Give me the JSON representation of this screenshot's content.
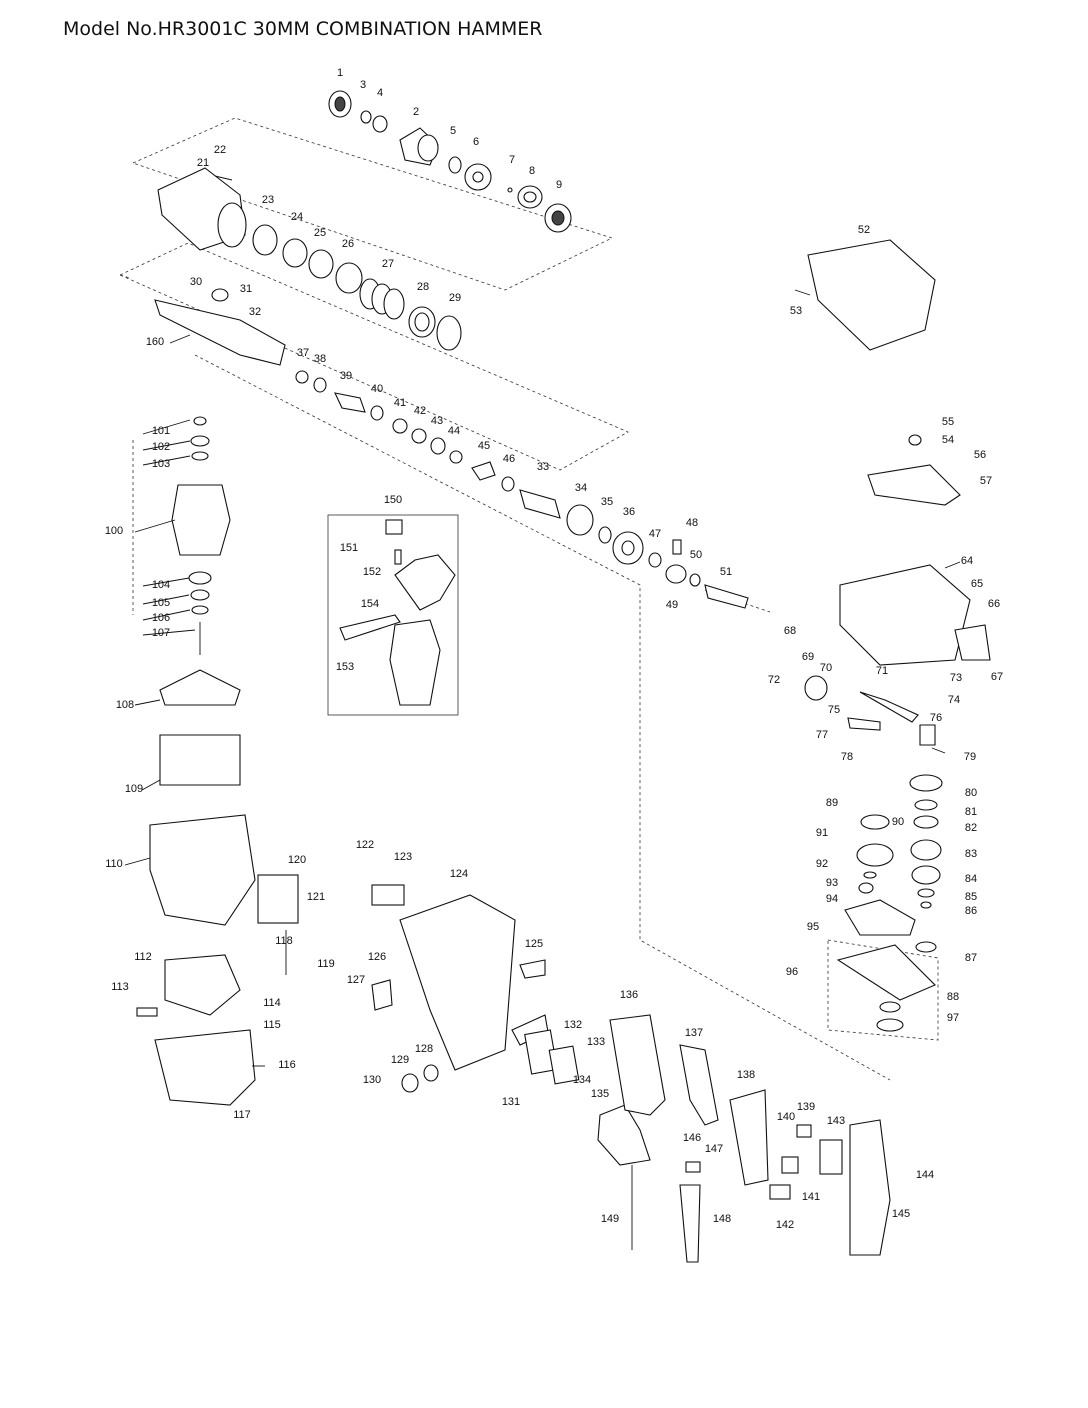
{
  "header": {
    "title": "Model No.HR3001C 30MM COMBINATION HAMMER"
  },
  "parts": [
    {
      "n": "1"
    },
    {
      "n": "2"
    },
    {
      "n": "3"
    },
    {
      "n": "4"
    },
    {
      "n": "5"
    },
    {
      "n": "6"
    },
    {
      "n": "7"
    },
    {
      "n": "8"
    },
    {
      "n": "9"
    },
    {
      "n": "21"
    },
    {
      "n": "22"
    },
    {
      "n": "23"
    },
    {
      "n": "24"
    },
    {
      "n": "25"
    },
    {
      "n": "26"
    },
    {
      "n": "27"
    },
    {
      "n": "28"
    },
    {
      "n": "29"
    },
    {
      "n": "30"
    },
    {
      "n": "31"
    },
    {
      "n": "32"
    },
    {
      "n": "33"
    },
    {
      "n": "34"
    },
    {
      "n": "35"
    },
    {
      "n": "36"
    },
    {
      "n": "37"
    },
    {
      "n": "38"
    },
    {
      "n": "39"
    },
    {
      "n": "40"
    },
    {
      "n": "41"
    },
    {
      "n": "42"
    },
    {
      "n": "43"
    },
    {
      "n": "44"
    },
    {
      "n": "45"
    },
    {
      "n": "46"
    },
    {
      "n": "47"
    },
    {
      "n": "48"
    },
    {
      "n": "49"
    },
    {
      "n": "50"
    },
    {
      "n": "51"
    },
    {
      "n": "52"
    },
    {
      "n": "53"
    },
    {
      "n": "54"
    },
    {
      "n": "55"
    },
    {
      "n": "56"
    },
    {
      "n": "57"
    },
    {
      "n": "64"
    },
    {
      "n": "65"
    },
    {
      "n": "66"
    },
    {
      "n": "67"
    },
    {
      "n": "68"
    },
    {
      "n": "69"
    },
    {
      "n": "70"
    },
    {
      "n": "71"
    },
    {
      "n": "72"
    },
    {
      "n": "73"
    },
    {
      "n": "74"
    },
    {
      "n": "75"
    },
    {
      "n": "76"
    },
    {
      "n": "77"
    },
    {
      "n": "78"
    },
    {
      "n": "79"
    },
    {
      "n": "80"
    },
    {
      "n": "81"
    },
    {
      "n": "82"
    },
    {
      "n": "83"
    },
    {
      "n": "84"
    },
    {
      "n": "85"
    },
    {
      "n": "86"
    },
    {
      "n": "87"
    },
    {
      "n": "88"
    },
    {
      "n": "89"
    },
    {
      "n": "90"
    },
    {
      "n": "91"
    },
    {
      "n": "92"
    },
    {
      "n": "93"
    },
    {
      "n": "94"
    },
    {
      "n": "95"
    },
    {
      "n": "96"
    },
    {
      "n": "97"
    },
    {
      "n": "100"
    },
    {
      "n": "101"
    },
    {
      "n": "102"
    },
    {
      "n": "103"
    },
    {
      "n": "104"
    },
    {
      "n": "105"
    },
    {
      "n": "106"
    },
    {
      "n": "107"
    },
    {
      "n": "108"
    },
    {
      "n": "109"
    },
    {
      "n": "110"
    },
    {
      "n": "112"
    },
    {
      "n": "113"
    },
    {
      "n": "114"
    },
    {
      "n": "115"
    },
    {
      "n": "116"
    },
    {
      "n": "117"
    },
    {
      "n": "118"
    },
    {
      "n": "119"
    },
    {
      "n": "120"
    },
    {
      "n": "121"
    },
    {
      "n": "122"
    },
    {
      "n": "123"
    },
    {
      "n": "124"
    },
    {
      "n": "125"
    },
    {
      "n": "126"
    },
    {
      "n": "127"
    },
    {
      "n": "128"
    },
    {
      "n": "129"
    },
    {
      "n": "130"
    },
    {
      "n": "131"
    },
    {
      "n": "132"
    },
    {
      "n": "133"
    },
    {
      "n": "134"
    },
    {
      "n": "135"
    },
    {
      "n": "136"
    },
    {
      "n": "137"
    },
    {
      "n": "138"
    },
    {
      "n": "139"
    },
    {
      "n": "140"
    },
    {
      "n": "141"
    },
    {
      "n": "142"
    },
    {
      "n": "143"
    },
    {
      "n": "144"
    },
    {
      "n": "145"
    },
    {
      "n": "146"
    },
    {
      "n": "147"
    },
    {
      "n": "148"
    },
    {
      "n": "149"
    },
    {
      "n": "150"
    },
    {
      "n": "151"
    },
    {
      "n": "152"
    },
    {
      "n": "153"
    },
    {
      "n": "154"
    },
    {
      "n": "160"
    }
  ]
}
